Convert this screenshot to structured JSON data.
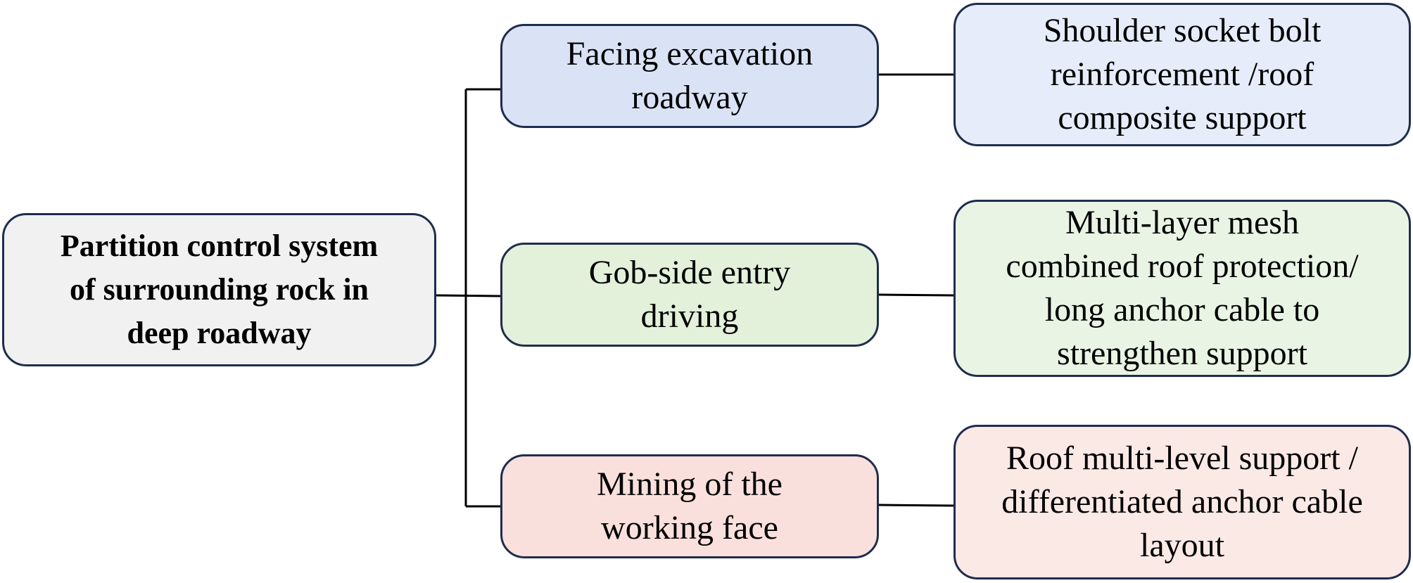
{
  "root": {
    "label": "Partition control system\nof surrounding rock in\ndeep roadway",
    "fill": "#f1f1f1"
  },
  "conditions": [
    {
      "label": "Facing excavation\nroadway",
      "fill": "#dae3f5"
    },
    {
      "label": "Gob-side entry\ndriving",
      "fill": "#e3f0da"
    },
    {
      "label": "Mining of the\nworking face",
      "fill": "#f9e0dc"
    }
  ],
  "measures": [
    {
      "label": "Shoulder socket bolt\nreinforcement /roof\ncomposite support",
      "fill": "#e6ecf9"
    },
    {
      "label": "Multi-layer mesh\ncombined roof protection/\nlong anchor cable to\nstrengthen support",
      "fill": "#e9f4e4"
    },
    {
      "label": "Roof multi-level support /\ndifferentiated anchor cable\nlayout",
      "fill": "#fbe9e6"
    }
  ],
  "colors": {
    "border": "#1f2d4d",
    "connector": "#000000"
  }
}
